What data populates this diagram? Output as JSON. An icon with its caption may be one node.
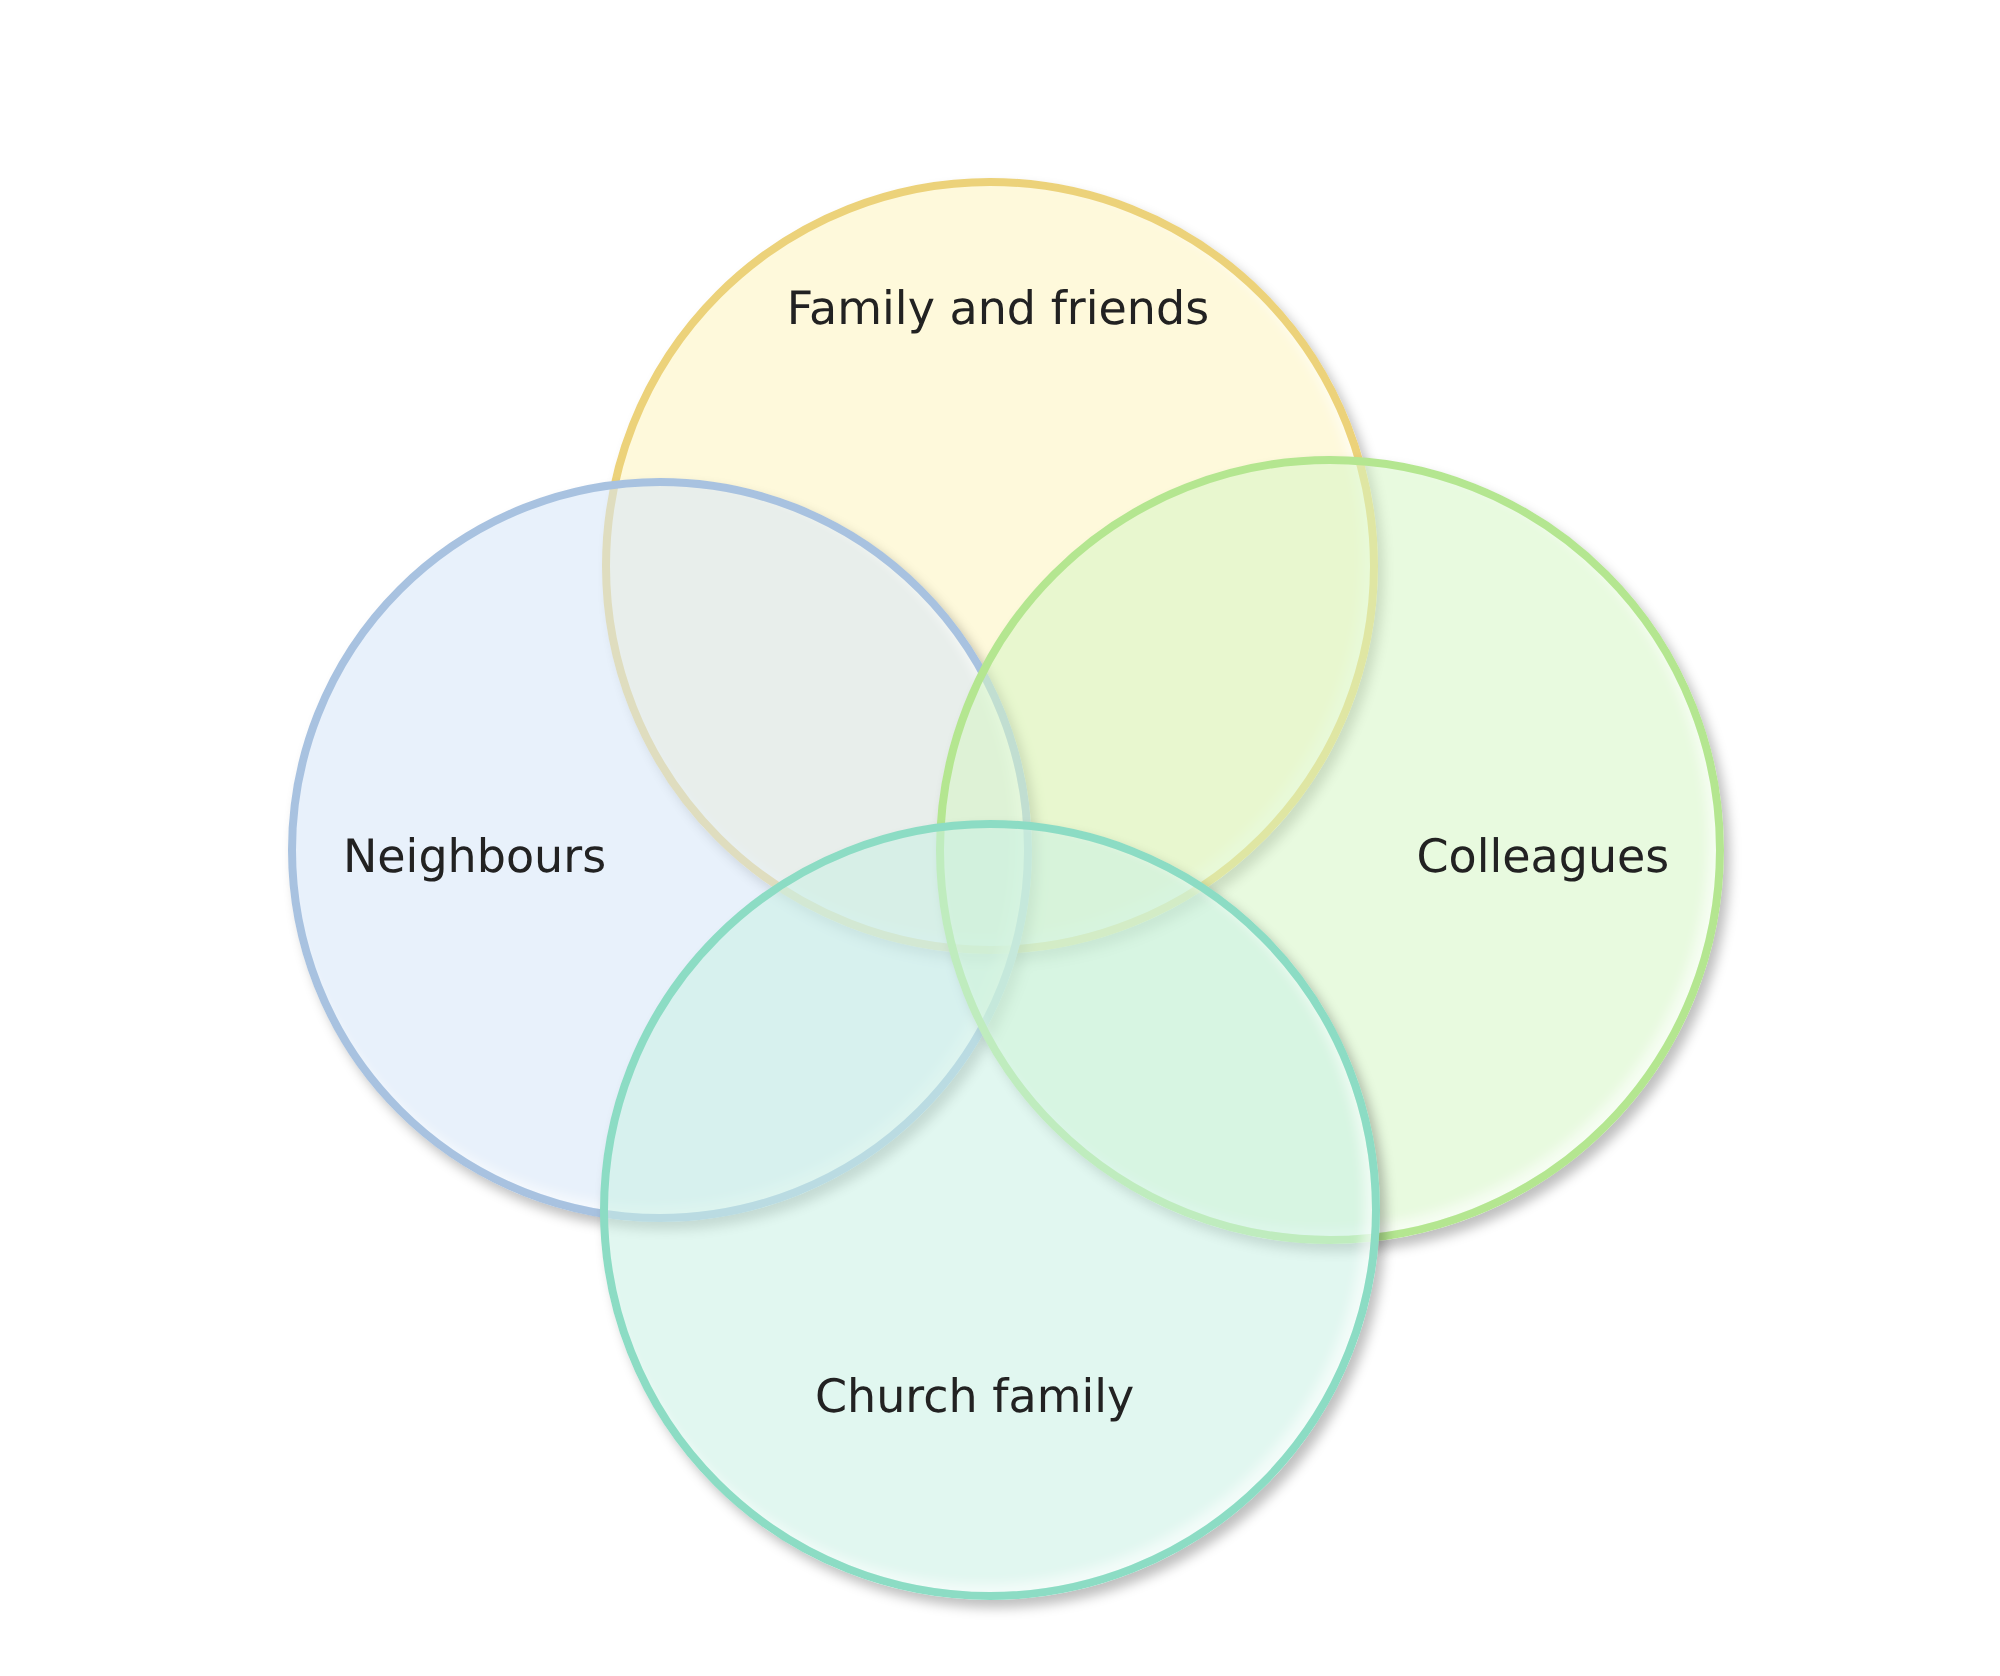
{
  "diagram": {
    "nodes": [
      {
        "text": [
          "Family and friends"
        ]
      },
      {
        "text": [
          "Neighbours"
        ]
      },
      {
        "text": [
          "Colleagues"
        ]
      },
      {
        "text": [
          "Church family"
        ]
      }
    ]
  }
}
